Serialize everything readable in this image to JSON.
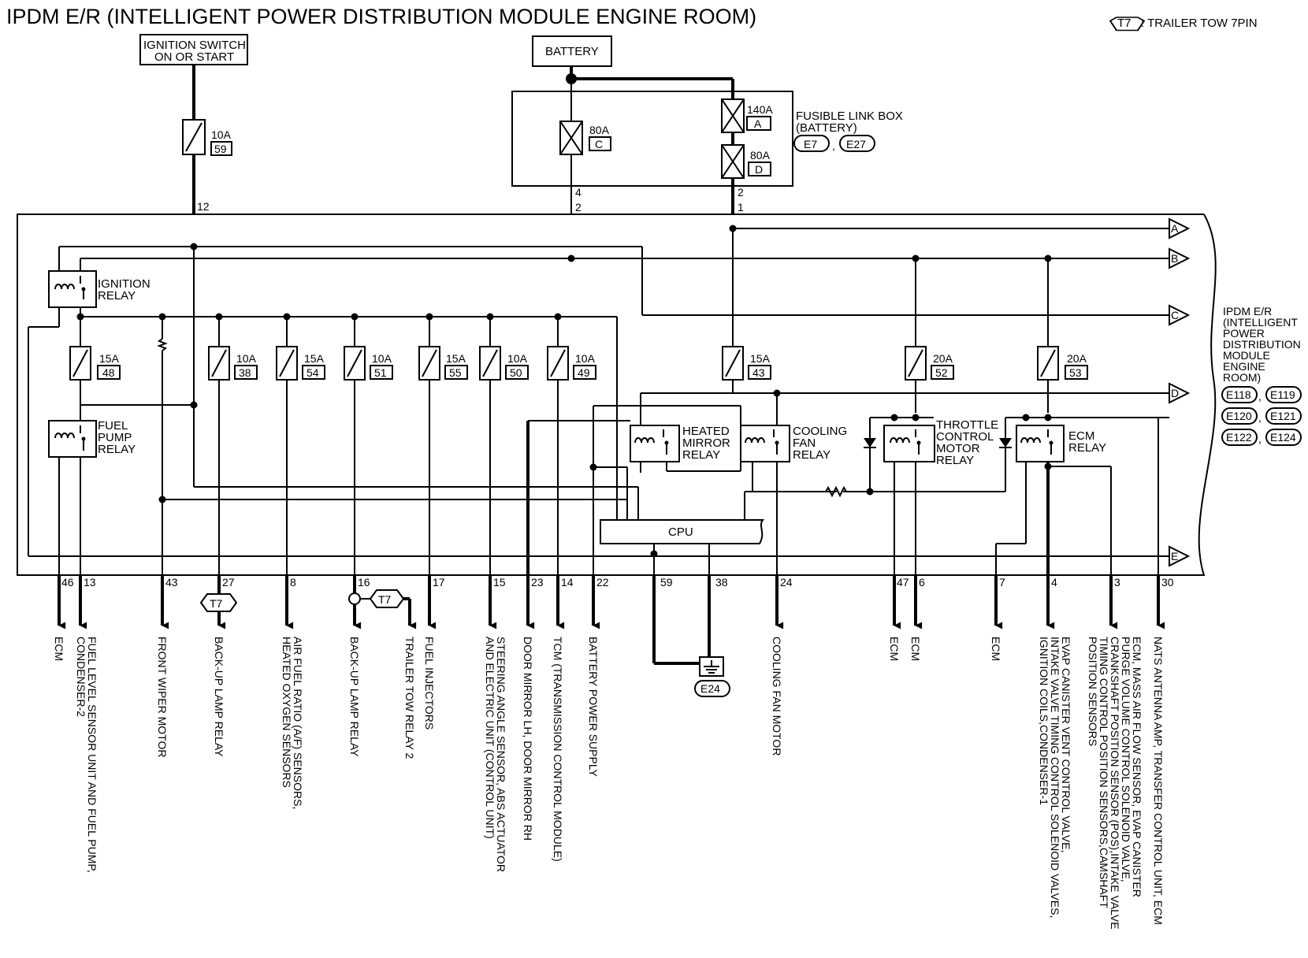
{
  "title": "IPDM E/R (INTELLIGENT POWER DISTRIBUTION MODULE ENGINE ROOM)",
  "legend": {
    "code": "T7",
    "text": ": TRAILER TOW 7PIN"
  },
  "sources": {
    "ignition": [
      "IGNITION SWITCH",
      "ON OR START"
    ],
    "battery": "BATTERY"
  },
  "ignition_fuse": {
    "amp": "10A",
    "num": "59",
    "pin": "12"
  },
  "fusible_link_box": {
    "label": [
      "FUSIBLE LINK BOX",
      "(BATTERY)"
    ],
    "connectors": [
      "E7",
      "E27"
    ],
    "sep": ",",
    "links": [
      {
        "amp": "80A",
        "letter": "C",
        "pins": [
          "4",
          "2"
        ]
      },
      {
        "amp": "140A",
        "letter": "A",
        "pins": []
      },
      {
        "amp": "80A",
        "letter": "D",
        "pins": [
          "2",
          "1"
        ]
      }
    ]
  },
  "module": {
    "label": [
      "IPDM E/R",
      "(INTELLIGENT",
      "POWER",
      "DISTRIBUTION",
      "MODULE",
      "ENGINE",
      "ROOM)"
    ],
    "connectors": [
      "E118",
      "E119",
      "E120",
      "E121",
      "E122",
      "E124"
    ],
    "sep": ",",
    "cpu": "CPU",
    "offpage": [
      "A",
      "B",
      "C",
      "D",
      "E"
    ]
  },
  "relays": [
    {
      "key": "ign",
      "label": [
        "IGNITION",
        "RELAY"
      ]
    },
    {
      "key": "fuel",
      "label": [
        "FUEL",
        "PUMP",
        "RELAY"
      ]
    },
    {
      "key": "heat",
      "label": [
        "HEATED",
        "MIRROR",
        "RELAY"
      ]
    },
    {
      "key": "cool",
      "label": [
        "COOLING",
        "FAN",
        "RELAY"
      ]
    },
    {
      "key": "thr",
      "label": [
        "THROTTLE",
        "CONTROL",
        "MOTOR",
        "RELAY"
      ]
    },
    {
      "key": "ecm",
      "label": [
        "ECM",
        "RELAY"
      ]
    }
  ],
  "fuses": [
    {
      "amp": "15A",
      "num": "48"
    },
    {
      "amp": "10A",
      "num": "38"
    },
    {
      "amp": "15A",
      "num": "54"
    },
    {
      "amp": "10A",
      "num": "51"
    },
    {
      "amp": "15A",
      "num": "55"
    },
    {
      "amp": "10A",
      "num": "50"
    },
    {
      "amp": "10A",
      "num": "49"
    },
    {
      "amp": "15A",
      "num": "43"
    },
    {
      "amp": "20A",
      "num": "52"
    },
    {
      "amp": "20A",
      "num": "53"
    }
  ],
  "outputs": [
    {
      "pin": "46",
      "dest": [
        "ECM"
      ]
    },
    {
      "pin": "13",
      "dest": [
        "FUEL LEVEL SENSOR UNIT AND FUEL PUMP,",
        "CONDENSER-2"
      ]
    },
    {
      "pin": "43",
      "dest": [
        "FRONT WIPER MOTOR"
      ]
    },
    {
      "pin": "27",
      "dest": [
        "BACK-UP LAMP RELAY"
      ]
    },
    {
      "pin": "8",
      "dest": [
        "AIR FUEL RATIO (A/F) SENSORS,",
        "HEATED OXYGEN SENSORS"
      ]
    },
    {
      "pin": "16",
      "dest": [
        "BACK-UP LAMP RELAY"
      ]
    },
    {
      "pin": "",
      "dest": [
        "TRAILER TOW RELAY 2"
      ]
    },
    {
      "pin": "17",
      "dest": [
        "FUEL INJECTORS"
      ]
    },
    {
      "pin": "15",
      "dest": [
        "STEERING ANGLE SENSOR, ABS ACTUATOR",
        "AND ELECTRIC UNIT (CONTROL UNIT)"
      ]
    },
    {
      "pin": "23",
      "dest": [
        "DOOR MIRROR LH, DOOR MIRROR RH"
      ]
    },
    {
      "pin": "14",
      "dest": [
        "TCM (TRANSMISSION CONTROL MODULE)"
      ]
    },
    {
      "pin": "22",
      "dest": [
        "BATTERY POWER SUPPLY"
      ]
    },
    {
      "pin": "24",
      "dest": [
        "COOLING FAN MOTOR"
      ]
    },
    {
      "pin": "47",
      "dest": [
        "ECM"
      ]
    },
    {
      "pin": "6",
      "dest": [
        "ECM"
      ]
    },
    {
      "pin": "7",
      "dest": [
        "ECM"
      ]
    },
    {
      "pin": "4",
      "dest": [
        "EVAP CANISTER VENT CONTROL VALVE,",
        "INTAKE VALVE TIMING CONTROL SOLENOID VALVES,",
        "IGNITION COILS,CONDENSER-1"
      ]
    },
    {
      "pin": "3",
      "dest": [
        "ECM, MASS AIR FLOW SENSOR, EVAP CANISTER",
        "PURGE VOLUME CONTROL SOLENOID VALVE,",
        "CRANKSHAFT POSITION SENSOR (POS),INTAKE VALVE",
        "TIMING CONTROL POSITION SENSORS,CAMSHAFT",
        "POSITION SENSORS"
      ]
    },
    {
      "pin": "30",
      "dest": [
        "NATS ANTENNA AMP, TRANSFER CONTROL UNIT, ECM"
      ]
    }
  ],
  "connector_tags": [
    "T7",
    "T7"
  ],
  "ground": {
    "pins": [
      "59",
      "38"
    ],
    "connector": "E24"
  }
}
